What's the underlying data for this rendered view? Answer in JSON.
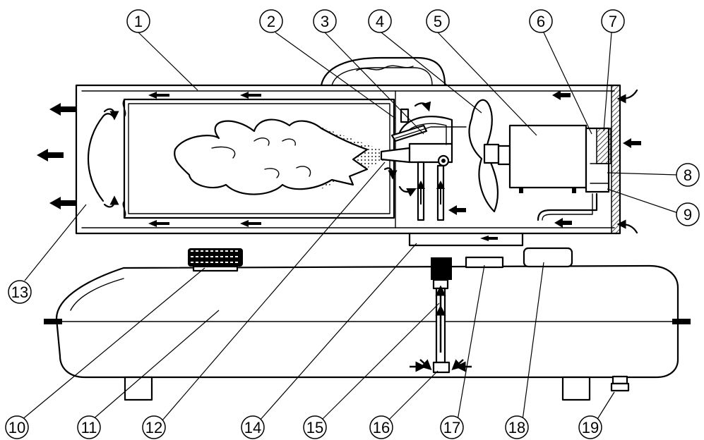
{
  "diagram": {
    "callouts": [
      {
        "id": "c1",
        "label": "1"
      },
      {
        "id": "c2",
        "label": "2"
      },
      {
        "id": "c3",
        "label": "3"
      },
      {
        "id": "c4",
        "label": "4"
      },
      {
        "id": "c5",
        "label": "5"
      },
      {
        "id": "c6",
        "label": "6"
      },
      {
        "id": "c7",
        "label": "7"
      },
      {
        "id": "c8",
        "label": "8"
      },
      {
        "id": "c9",
        "label": "9"
      },
      {
        "id": "c10",
        "label": "10"
      },
      {
        "id": "c11",
        "label": "11"
      },
      {
        "id": "c12",
        "label": "12"
      },
      {
        "id": "c13",
        "label": "13"
      },
      {
        "id": "c14",
        "label": "14"
      },
      {
        "id": "c15",
        "label": "15"
      },
      {
        "id": "c16",
        "label": "16"
      },
      {
        "id": "c17",
        "label": "17"
      },
      {
        "id": "c18",
        "label": "18"
      },
      {
        "id": "c19",
        "label": "19"
      }
    ],
    "colors": {
      "line": "#000000",
      "background": "#ffffff",
      "shade": "#555555"
    }
  }
}
